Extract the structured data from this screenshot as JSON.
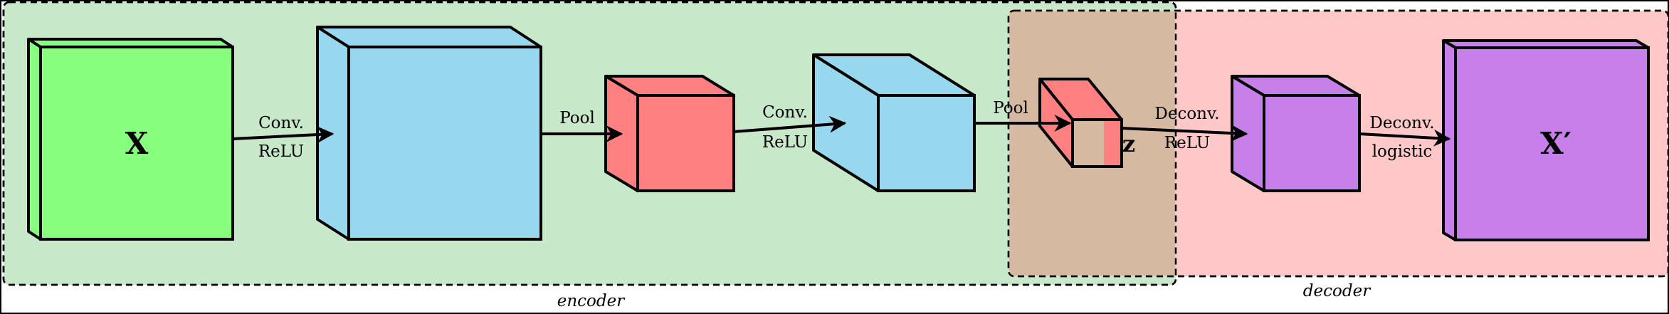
{
  "regions": {
    "encoder": {
      "caption": "encoder",
      "color": "#c7e9c9"
    },
    "decoder": {
      "caption": "decoder",
      "color": "#fec8c8"
    },
    "overlap_color": "#d5b9a0"
  },
  "blocks": {
    "input": {
      "label": "X",
      "color": "#87fe7d"
    },
    "conv1": {
      "label": "",
      "color": "#98d8ef"
    },
    "pool1": {
      "label": "",
      "color": "#fe8080"
    },
    "conv2": {
      "label": "",
      "color": "#98d8ef"
    },
    "latent": {
      "label": "z",
      "color": "#fe8080"
    },
    "deconv1": {
      "label": "",
      "color": "#c780ea"
    },
    "output": {
      "label": "X′",
      "color": "#c780ea"
    }
  },
  "edges": {
    "e1": {
      "line1": "Conv.",
      "line2": "ReLU"
    },
    "e2": {
      "line1": "Pool",
      "line2": ""
    },
    "e3": {
      "line1": "Conv.",
      "line2": "ReLU"
    },
    "e4": {
      "line1": "Pool",
      "line2": ""
    },
    "e5": {
      "line1": "Deconv.",
      "line2": "ReLU"
    },
    "e6": {
      "line1": "Deconv.",
      "line2": "logistic"
    }
  }
}
